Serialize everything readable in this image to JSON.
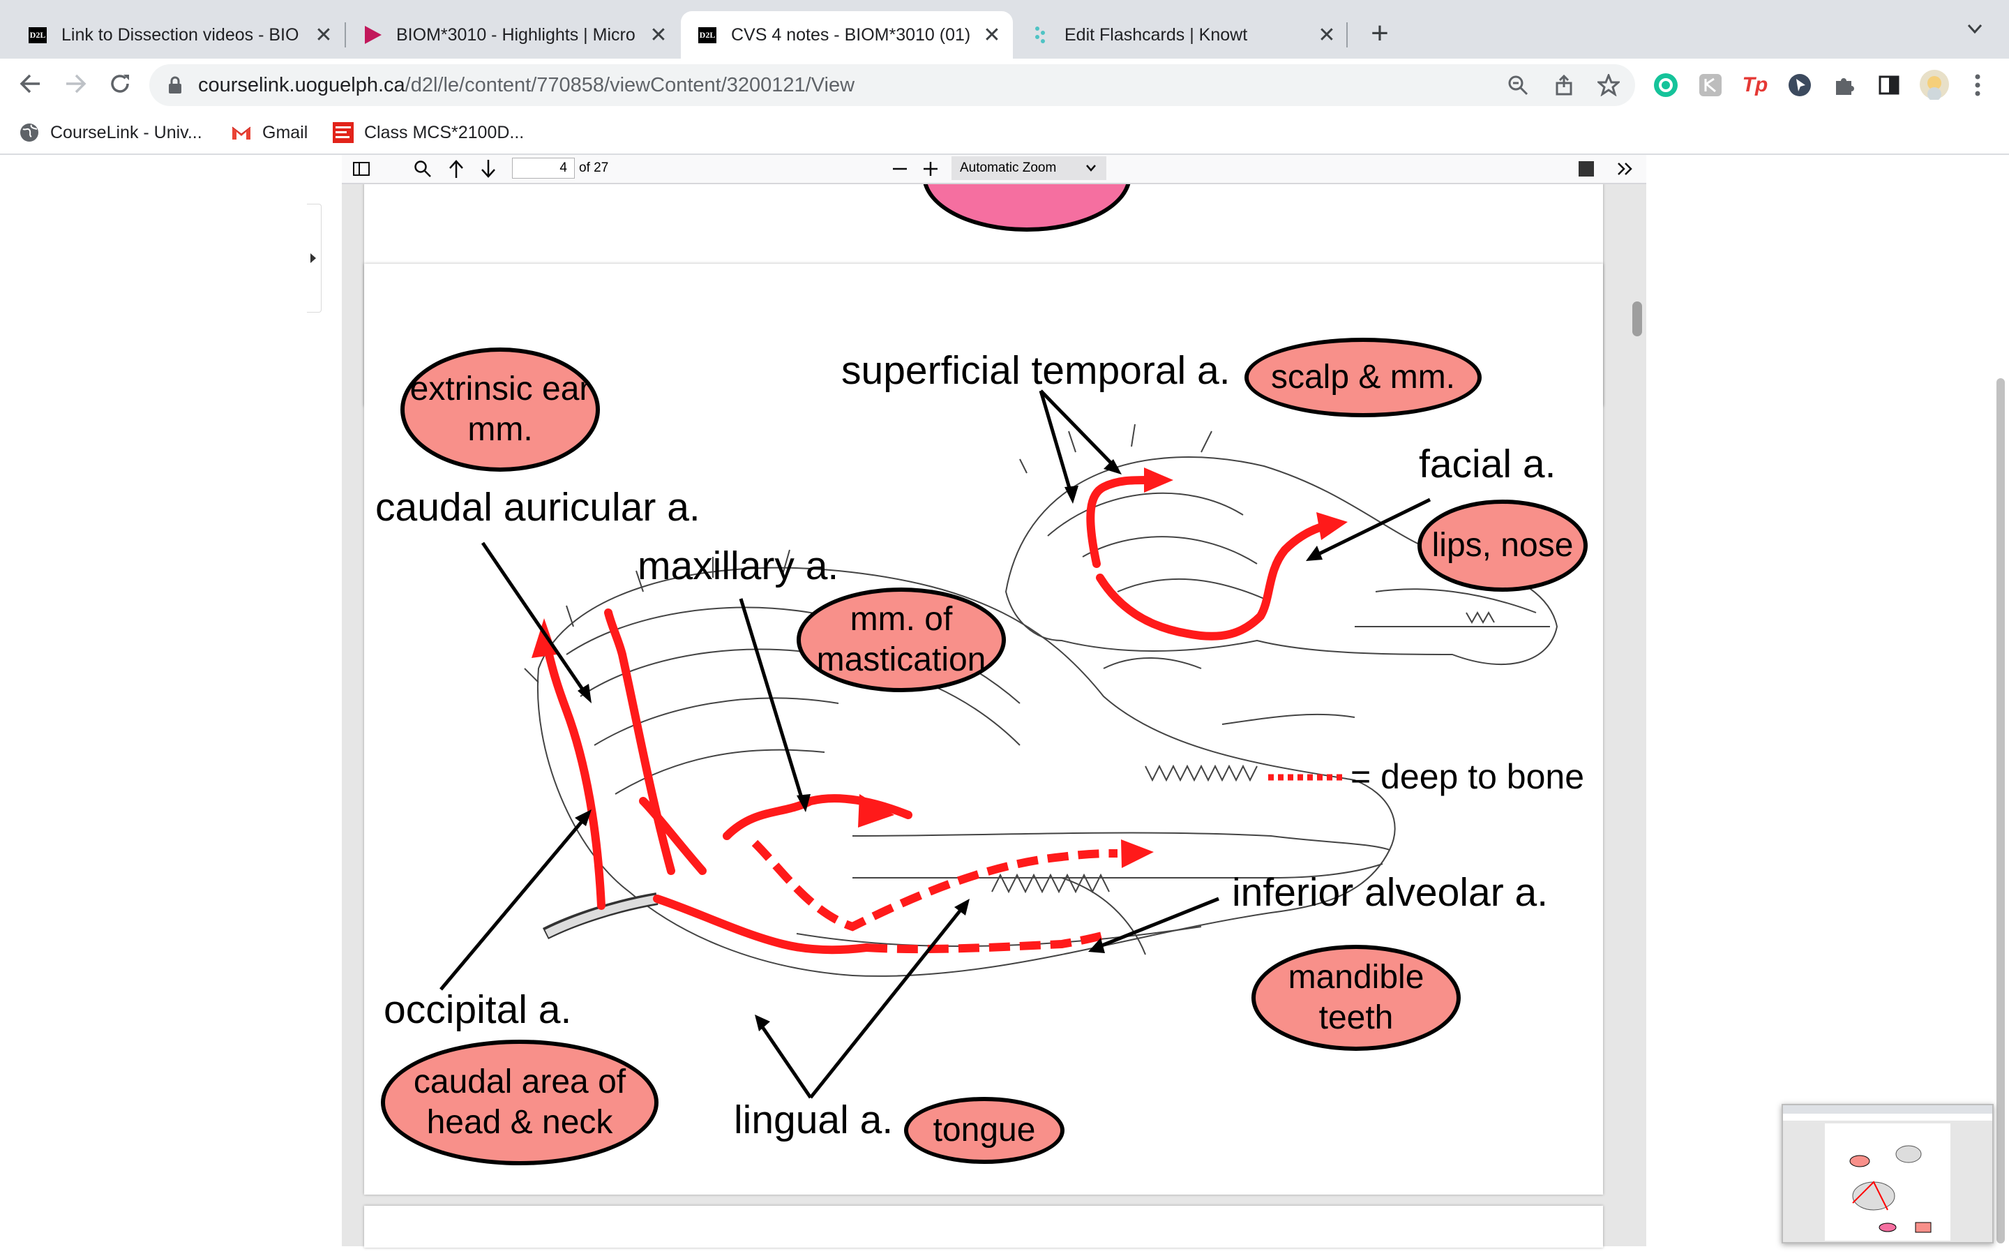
{
  "tabs": [
    {
      "title": "Link to Dissection videos - BIO",
      "favicon": "d2l-icon"
    },
    {
      "title": "BIOM*3010 - Highlights | Micro",
      "favicon": "play-icon"
    },
    {
      "title": "CVS 4 notes - BIOM*3010 (01)",
      "favicon": "d2l-icon",
      "active": true
    },
    {
      "title": "Edit Flashcards | Knowt",
      "favicon": "knowt-icon"
    }
  ],
  "d2l_badge": "D2L",
  "close_glyph": "✕",
  "new_tab_glyph": "+",
  "address": {
    "domain": "courselink.uoguelph.ca",
    "path": "/d2l/le/content/770858/viewContent/3200121/View"
  },
  "bookmarks": [
    {
      "label": "CourseLink - Univ...",
      "icon": "globe-icon"
    },
    {
      "label": "Gmail",
      "icon": "gmail-icon"
    },
    {
      "label": "Class MCS*2100D...",
      "icon": "mcgraw-icon"
    }
  ],
  "pdf": {
    "page_number": "4",
    "page_count": "of 27",
    "zoom": "Automatic Zoom"
  },
  "diagram": {
    "arteries": {
      "superficial_temporal": "superficial temporal a.",
      "facial": "facial a.",
      "caudal_auricular": "caudal auricular a.",
      "maxillary": "maxillary a.",
      "inferior_alveolar": "inferior alveolar a.",
      "occipital": "occipital a.",
      "lingual": "lingual a."
    },
    "targets": {
      "extrinsic_ear": "extrinsic ear mm.",
      "scalp": "scalp & mm.",
      "lips_nose": "lips, nose",
      "mastication": "mm. of mastication",
      "mandible": "mandible teeth",
      "caudal_head": "caudal area of head & neck",
      "tongue": "tongue"
    },
    "legend": "= deep to bone",
    "colors": {
      "artery": "#ff0000",
      "bubble": "#f8908a",
      "pink_bubble": "#f56fa0"
    }
  }
}
